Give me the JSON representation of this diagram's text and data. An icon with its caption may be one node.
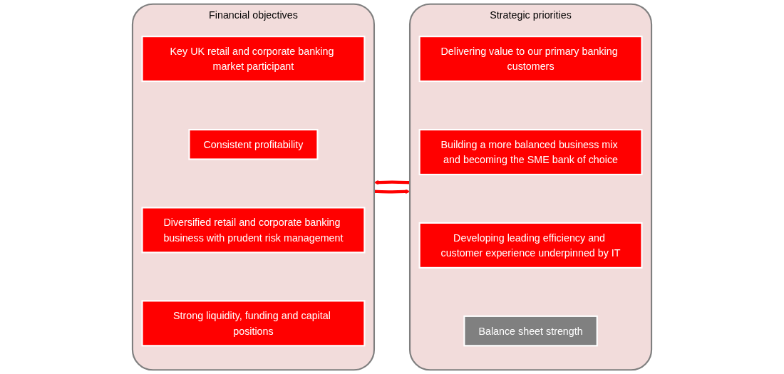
{
  "diagram": {
    "nodes": [
      {
        "text": [
          "Financial objectives"
        ]
      },
      {
        "text": [
          "Key UK retail and corporate banking market participant"
        ],
        "in": 0
      },
      {
        "text": [
          "Consistent profitability"
        ],
        "in": 0
      },
      {
        "text": [
          "Diversified retail and corporate banking business with prudent risk management"
        ],
        "in": 0
      },
      {
        "text": [
          "Strong liquidity, funding and capital positions"
        ],
        "in": 0
      },
      {
        "text": [
          "Strategic priorities"
        ]
      },
      {
        "text": [
          "Delivering value to our primary banking customers"
        ],
        "in": 5
      },
      {
        "text": [
          "Building a more balanced business mix and becoming the SME bank of choice"
        ],
        "in": 5
      },
      {
        "text": [
          "Developing leading efficiency and customer experience underpinned by IT"
        ],
        "in": 5
      },
      {
        "text": [
          "Balance sheet strength"
        ],
        "in": 5
      }
    ],
    "edges": [
      {
        "from": 0,
        "to": 5,
        "arrow": "to"
      },
      {
        "from": 5,
        "to": 0,
        "arrow": "to"
      }
    ]
  }
}
